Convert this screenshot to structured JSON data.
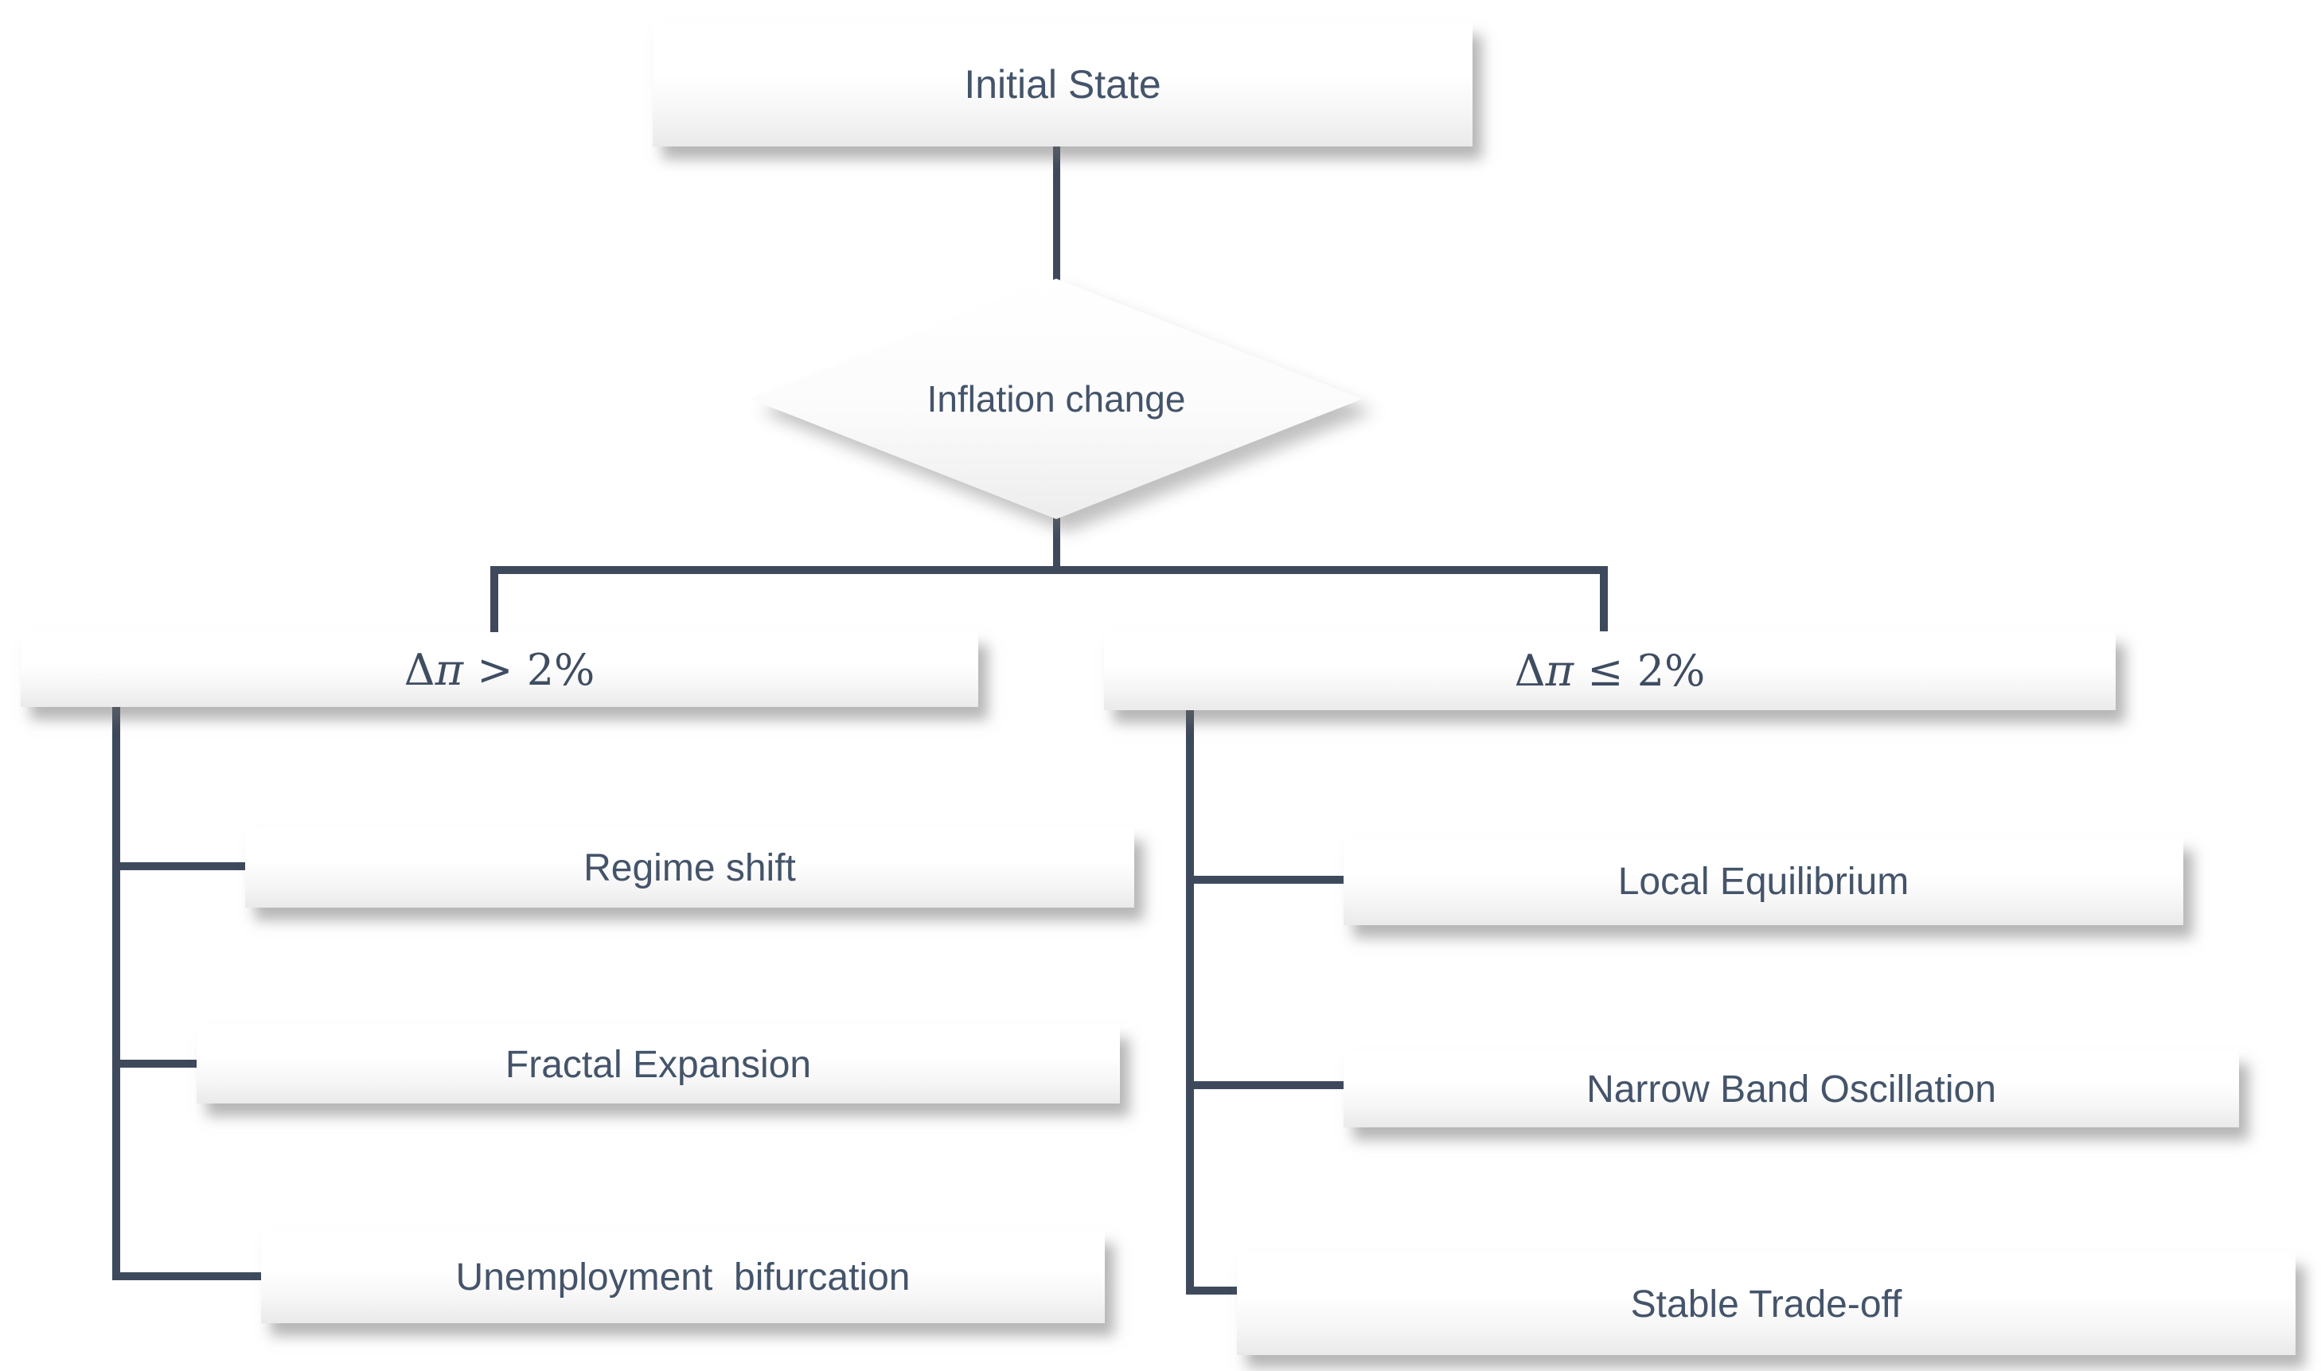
{
  "diagram": {
    "root": {
      "label": "Initial State"
    },
    "decision": {
      "label": "Inflation change"
    },
    "branch_left": {
      "condition": {
        "delta": "Δ",
        "pi": "π",
        "rest": " > 2%"
      },
      "condition_full": "Δπ > 2%",
      "children": [
        {
          "label": "Regime shift"
        },
        {
          "label": "Fractal Expansion"
        },
        {
          "label": "Unemployment  bifurcation"
        }
      ]
    },
    "branch_right": {
      "condition": {
        "delta": "Δ",
        "pi": "π",
        "rest": " ≤ 2%"
      },
      "condition_full": "Δπ ≤ 2%",
      "children": [
        {
          "label": "Local Equilibrium"
        },
        {
          "label": "Narrow Band Oscillation"
        },
        {
          "label": "Stable Trade-off"
        }
      ]
    },
    "colors": {
      "line": "#3e4a5c",
      "text": "#44546a",
      "box_fill_top": "#ffffff",
      "box_fill_bottom": "#eaeaea",
      "background": "#ffffff"
    }
  }
}
